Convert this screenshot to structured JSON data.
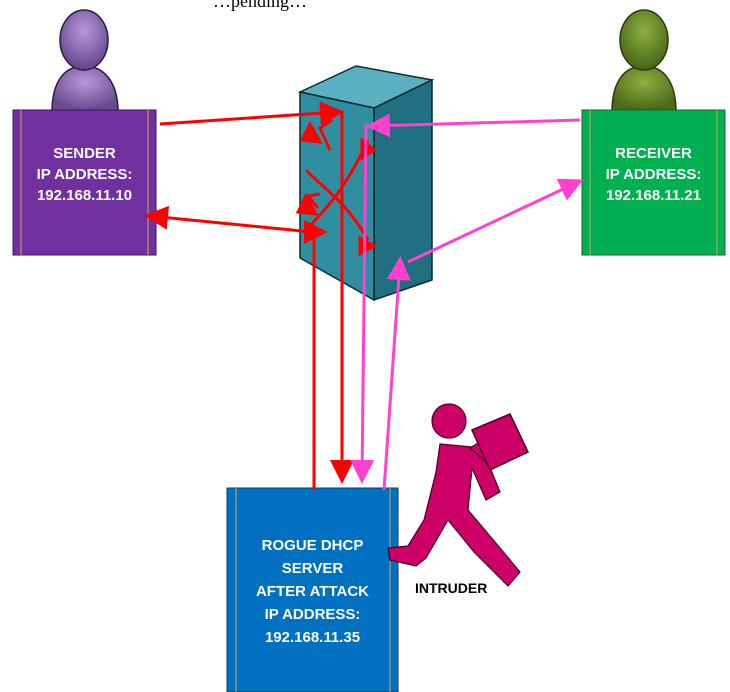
{
  "top_caption": "…pending…",
  "sender": {
    "lines": [
      "SENDER",
      "IP ADDRESS:",
      "192.168.11.10"
    ]
  },
  "receiver": {
    "lines": [
      "RECEIVER",
      "IP ADDRESS:",
      "192.168.11.21"
    ]
  },
  "rogue_server": {
    "lines": [
      "ROGUE DHCP",
      "SERVER",
      "AFTER ATTACK",
      "IP ADDRESS:",
      "192.168.11.35"
    ]
  },
  "intruder": {
    "label": "INTRUDER"
  },
  "colors": {
    "sender_box": "#7030a0",
    "receiver_box": "#00b050",
    "server_box": "#0070c0",
    "switch": "#2f8ea0",
    "red_arrow": "#ff0000",
    "pink_arrow": "#ff40d0",
    "intruder": "#cc0066"
  },
  "icons": [
    "person-icon-sender",
    "person-icon-receiver",
    "switch-icon",
    "intruder-figure-icon"
  ]
}
